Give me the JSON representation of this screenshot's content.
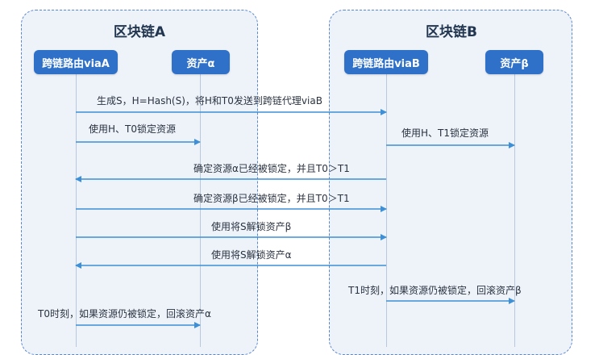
{
  "chains": {
    "a": {
      "title": "区块链A",
      "router": "跨链路由viaA",
      "asset": "资产α"
    },
    "b": {
      "title": "区块链B",
      "router": "跨链路由viaB",
      "asset": "资产β"
    }
  },
  "messages": [
    {
      "label": "生成S，H=Hash(S)，将H和T0发送到跨链代理viaB",
      "from": "a_router",
      "to": "b_router"
    },
    {
      "label": "使用H、T0锁定资源",
      "from": "a_router",
      "to": "a_asset"
    },
    {
      "label": "使用H、T1锁定资源",
      "from": "b_router",
      "to": "b_asset"
    },
    {
      "label": "确定资源α已经被锁定，并且T0＞T1",
      "from": "b_router",
      "to": "a_router"
    },
    {
      "label": "确定资源β已经被锁定，并且T0＞T1",
      "from": "a_router",
      "to": "b_router"
    },
    {
      "label": "使用将S解锁资产β",
      "from": "a_router",
      "to": "b_router"
    },
    {
      "label": "使用将S解锁资产α",
      "from": "b_router",
      "to": "a_router"
    },
    {
      "label": "T1时刻，如果资源仍被锁定，回滚资产β",
      "from": "b_router",
      "to": "b_asset"
    },
    {
      "label": "T0时刻，如果资源仍被锁定，回滚资产α",
      "from": "a_router",
      "to": "a_asset"
    }
  ],
  "colors": {
    "arrow": "#3d8fd6",
    "actor": "#2f71c9",
    "zone_border": "#5b86c9"
  }
}
